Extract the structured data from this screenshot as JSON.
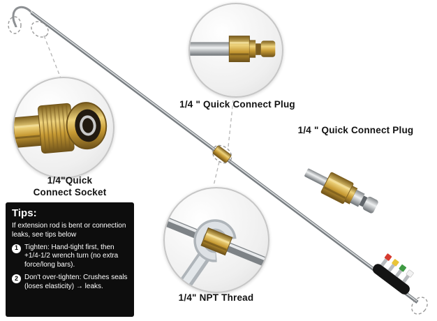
{
  "labels": {
    "plug_top": "1/4 \" Quick Connect Plug",
    "plug_right": "1/4 \" Quick Connect Plug",
    "socket_line1": "1/4\"Quick",
    "socket_line2": "Connect Socket",
    "npt": "1/4\" NPT Thread"
  },
  "tips": {
    "title": "Tips:",
    "intro": "If extension rod is bent or connection leaks, see tips below",
    "items": [
      {
        "num": "1",
        "text": "Tighten: Hand-tight first, then +1/4-1/2 wrench turn (no extra force/long bars)."
      },
      {
        "num": "2",
        "text": "Don't over-tighten: Crushes seals (loses elasticity) → leaks."
      }
    ]
  },
  "colors": {
    "background": "#ffffff",
    "brass": "#d9b45a",
    "steel": "#b9bcbf",
    "tips_background": "#0d0d0d",
    "tips_text": "#ffffff",
    "callout_border": "#c6c6c6",
    "dashed_marker": "#9a9a9a",
    "nozzle_tips": [
      "#d63b2f",
      "#e9c437",
      "#3f9a43",
      "#f2f2f2"
    ]
  }
}
